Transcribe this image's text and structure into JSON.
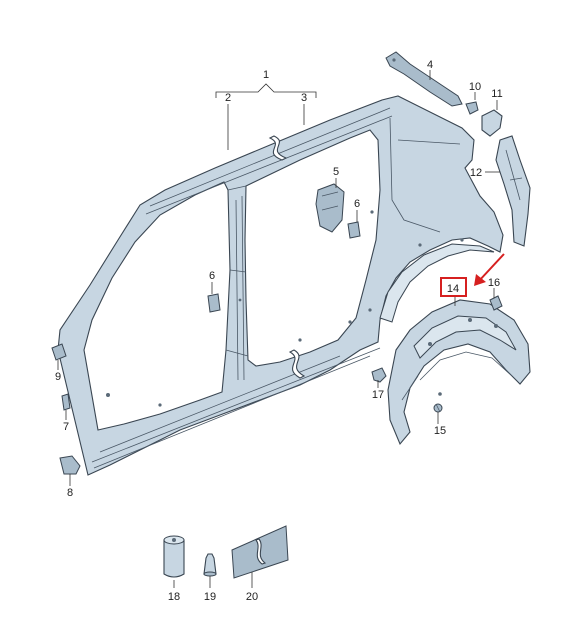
{
  "diagram": {
    "callouts": {
      "p1": "1",
      "p2": "2",
      "p3": "3",
      "p4": "4",
      "p5": "5",
      "p6a": "6",
      "p6b": "6",
      "p7": "7",
      "p8": "8",
      "p9": "9",
      "p10": "10",
      "p11": "11",
      "p12": "12",
      "p14": "14",
      "p15": "15",
      "p16": "16",
      "p17": "17",
      "p18": "18",
      "p19": "19",
      "p20": "20"
    },
    "highlight_color": "#d62020",
    "part_color": "#c7d6e2"
  }
}
